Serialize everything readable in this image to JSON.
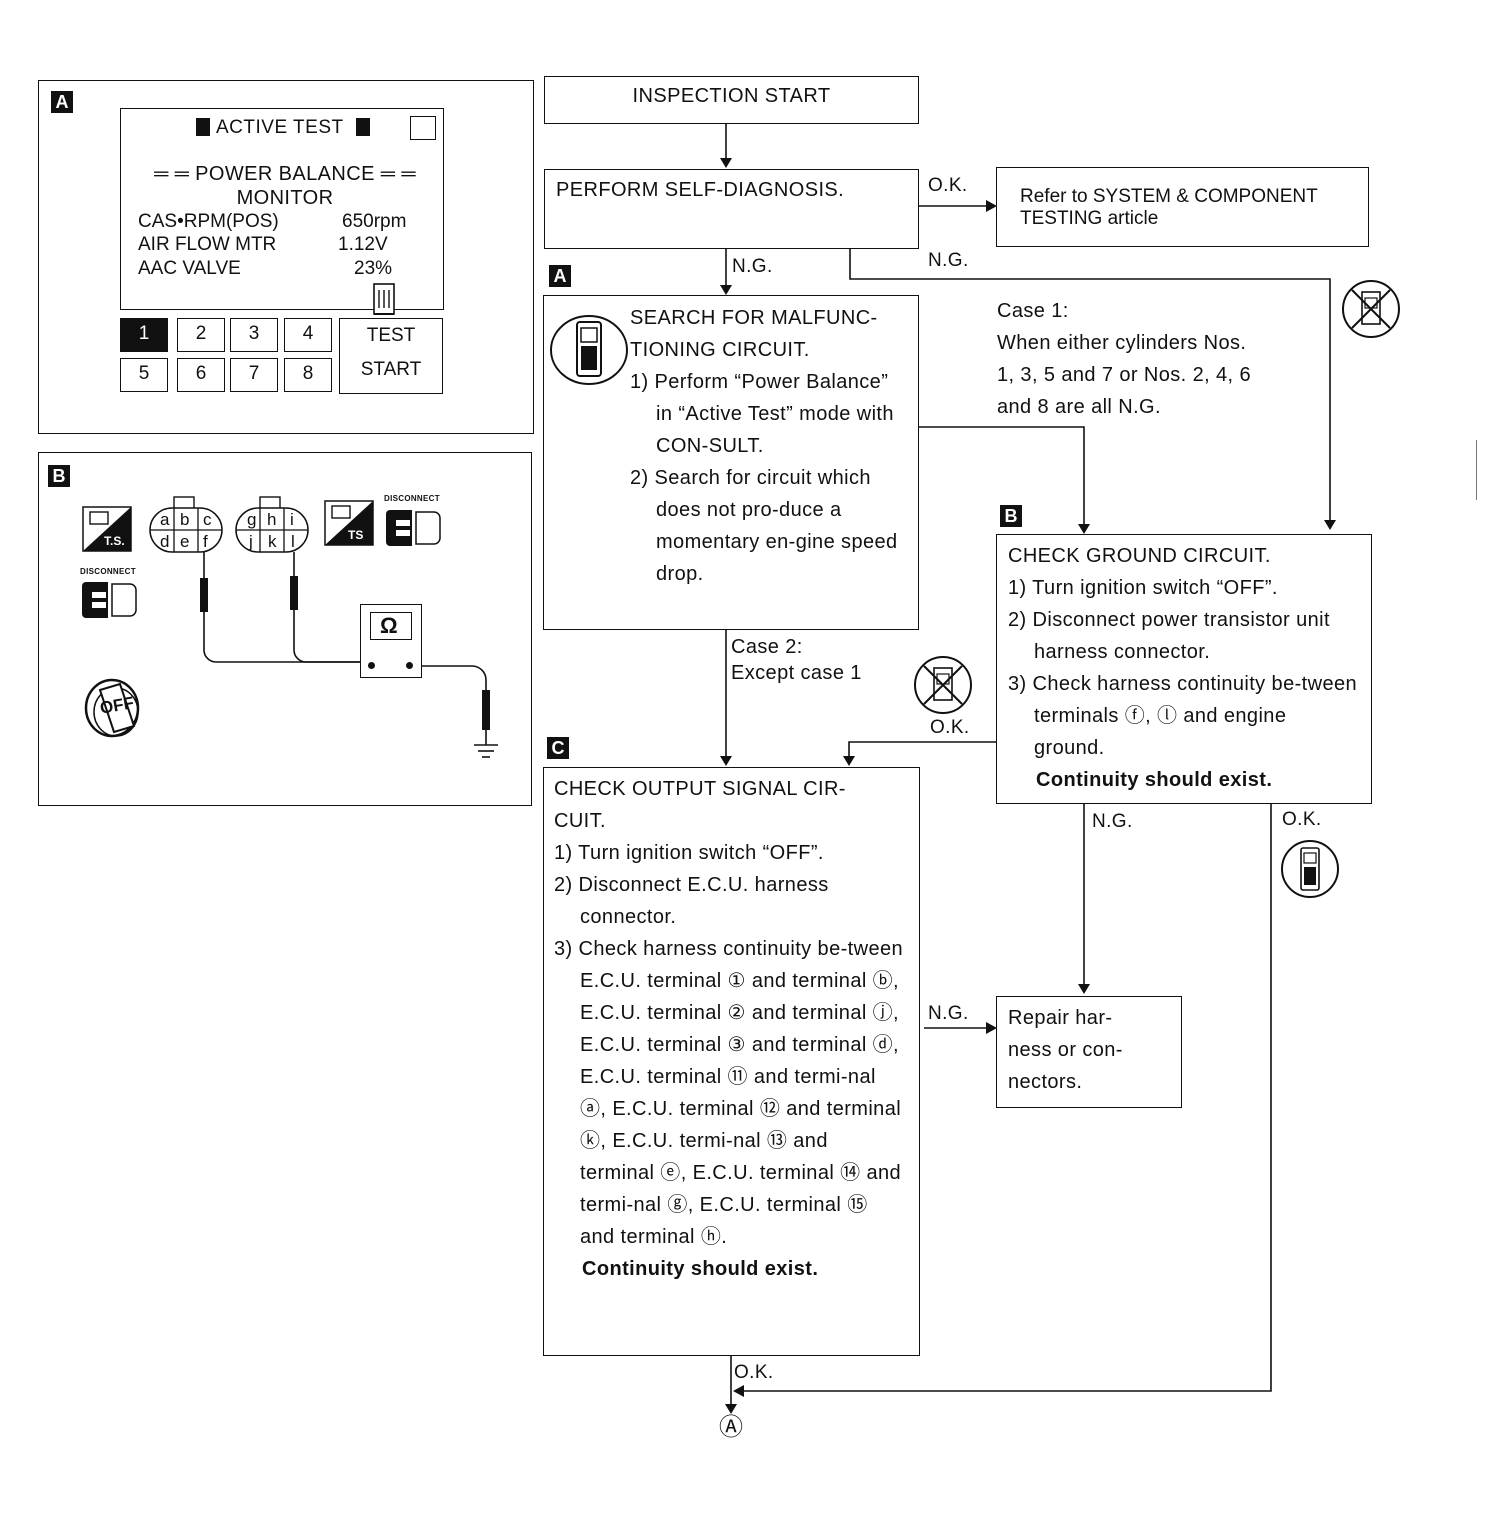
{
  "tags": {
    "a": "A",
    "b": "B",
    "c": "C"
  },
  "consult_screen": {
    "header": "ACTIVE TEST",
    "title_line1": "POWER BALANCE",
    "title_line2": "MONITOR",
    "rows": [
      {
        "label": "CAS•RPM(POS)",
        "value": "650rpm"
      },
      {
        "label": "AIR FLOW MTR",
        "value": "1.12V"
      },
      {
        "label": "AAC VALVE",
        "value": "23%"
      }
    ],
    "keys": [
      "1",
      "2",
      "3",
      "4",
      "5",
      "6",
      "7",
      "8"
    ],
    "test_start_line1": "TEST",
    "test_start_line2": "START"
  },
  "connector_panel": {
    "ts_label": "T.S.",
    "ts_label2": "TS",
    "disconnect_label": "DISCONNECT",
    "connector1_pins": [
      "a",
      "b",
      "c",
      "d",
      "e",
      "f"
    ],
    "connector2_pins": [
      "g",
      "h",
      "i",
      "j",
      "k",
      "l"
    ],
    "ohm_symbol": "Ω",
    "off_label": "OFF"
  },
  "flowchart": {
    "start": "INSPECTION START",
    "self_diag": "PERFORM SELF-DIAGNOSIS.",
    "refer": [
      "Refer to SYSTEM & COMPONENT",
      "TESTING article"
    ],
    "ok": "O.K.",
    "ng": "N.G.",
    "search_title": [
      "SEARCH FOR MALFUNC-",
      "TIONING CIRCUIT."
    ],
    "search_steps": [
      "1) Perform “Power Balance” in “Active Test” mode with CON-SULT.",
      "2) Search for circuit which does not pro-duce a momentary en-gine speed drop."
    ],
    "case1": [
      "Case 1:",
      "When either cylinders Nos.",
      "1, 3, 5 and 7 or Nos. 2, 4, 6",
      "and 8 are all N.G."
    ],
    "case2": [
      "Case 2:",
      "Except case 1"
    ],
    "ground_title": "CHECK GROUND CIRCUIT.",
    "ground_steps": [
      "1) Turn ignition switch “OFF”.",
      "2) Disconnect power transistor unit harness connector.",
      "3) Check harness continuity be-tween terminals ⓕ, ⓛ and engine ground."
    ],
    "continuity": "Continuity should exist.",
    "output_title": [
      "CHECK OUTPUT SIGNAL CIR-",
      "CUIT."
    ],
    "output_steps": [
      "1) Turn ignition switch “OFF”.",
      "2) Disconnect E.C.U. harness connector.",
      "3) Check harness continuity be-tween E.C.U. terminal ① and terminal ⓑ, E.C.U. terminal ② and terminal ⓙ, E.C.U. terminal ③ and terminal ⓓ, E.C.U. terminal ⑪ and termi-nal ⓐ, E.C.U. terminal ⑫ and terminal ⓚ, E.C.U. termi-nal ⑬ and terminal ⓔ, E.C.U. terminal ⑭ and termi-nal ⓖ, E.C.U. terminal ⑮ and terminal ⓗ."
    ],
    "repair": [
      "Repair har-",
      "ness or con-",
      "nectors."
    ],
    "end_marker": "Ⓐ"
  }
}
